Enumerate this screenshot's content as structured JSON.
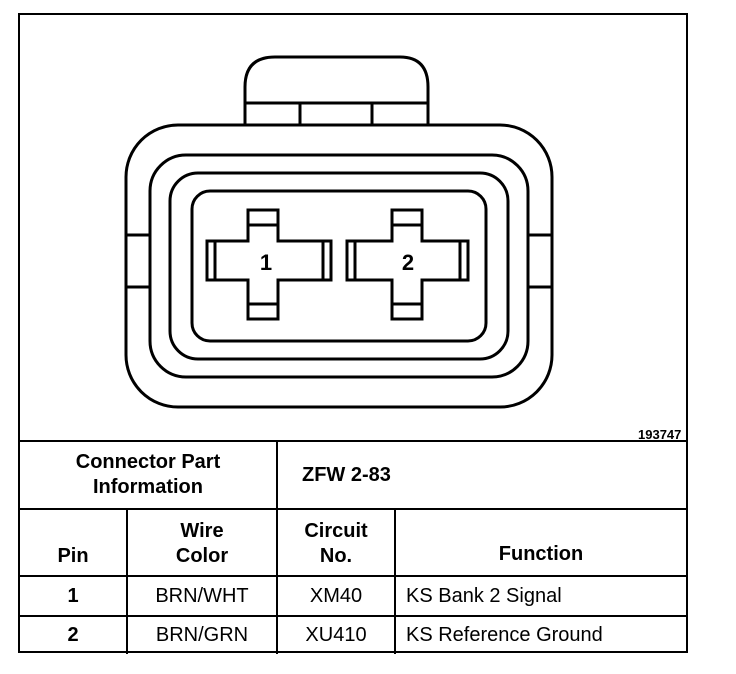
{
  "figure_id": "193747",
  "pin_labels": [
    "1",
    "2"
  ],
  "connector": {
    "label": "Connector Part Information",
    "part": "ZFW 2-83"
  },
  "headers": {
    "pin": "Pin",
    "wire_color": "Wire Color",
    "circuit": "Circuit No.",
    "function": "Function"
  },
  "rows": [
    {
      "pin": "1",
      "wire_color": "BRN/WHT",
      "circuit": "XM40",
      "function": "KS Bank 2 Signal"
    },
    {
      "pin": "2",
      "wire_color": "BRN/GRN",
      "circuit": "XU410",
      "function": "KS Reference Ground"
    }
  ]
}
